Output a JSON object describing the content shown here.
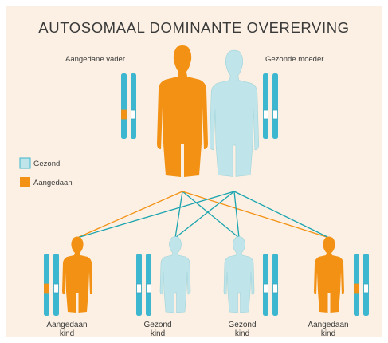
{
  "title": "AUTOSOMAAL DOMINANTE OVERERVING",
  "parents": {
    "father_label": "Aangedane vader",
    "mother_label": "Gezonde moeder"
  },
  "legend": {
    "healthy": "Gezond",
    "affected": "Aangedaan"
  },
  "children": [
    {
      "line1": "Aangedaan",
      "line2": "kind",
      "status": "affected"
    },
    {
      "line1": "Gezond",
      "line2": "kind",
      "status": "healthy"
    },
    {
      "line1": "Gezond",
      "line2": "kind",
      "status": "healthy"
    },
    {
      "line1": "Aangedaan",
      "line2": "kind",
      "status": "affected"
    }
  ],
  "colors": {
    "affected": "#f39114",
    "healthy": "#bfe5ea",
    "chromosome_fill": "#3db6cf",
    "line_affected": "#f39114",
    "line_healthy": "#1aa4b0",
    "background": "#fbf0e3"
  }
}
